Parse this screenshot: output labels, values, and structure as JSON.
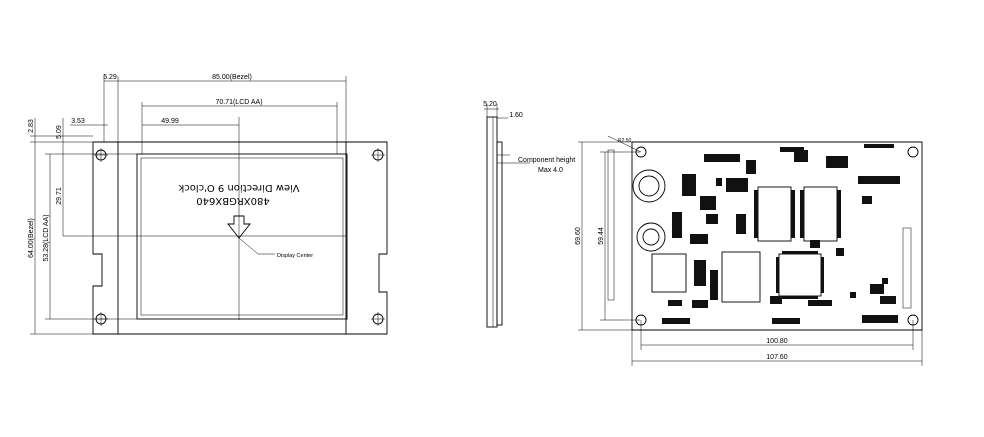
{
  "front_view": {
    "dim_bezel_width": "85.00(Bezel)",
    "dim_lcd_aa_width": "70.71(LCD AA)",
    "dim_49_99": "49.99",
    "dim_5_29": "5.29",
    "dim_3_53": "3.53",
    "dim_2_83": "2.83",
    "dim_5_09": "5.09",
    "dim_29_71": "29.71",
    "dim_bezel_height": "64.00(Bezel)",
    "dim_lcd_aa_height": "53.28(LCD AA)",
    "display_model": "480XRGBX640",
    "view_direction": "View Direction 9 O'clock",
    "display_center_label": "Display Center"
  },
  "side_view": {
    "dim_5_20": "5.20",
    "dim_1_60": "1.60",
    "component_height": "Component height",
    "component_height_max": "Max 4.0"
  },
  "back_view": {
    "dim_69_60": "69.60",
    "dim_59_44": "59.44",
    "dim_100_80": "100.80",
    "dim_107_60": "107.60",
    "corner_dim": "R2.50"
  }
}
